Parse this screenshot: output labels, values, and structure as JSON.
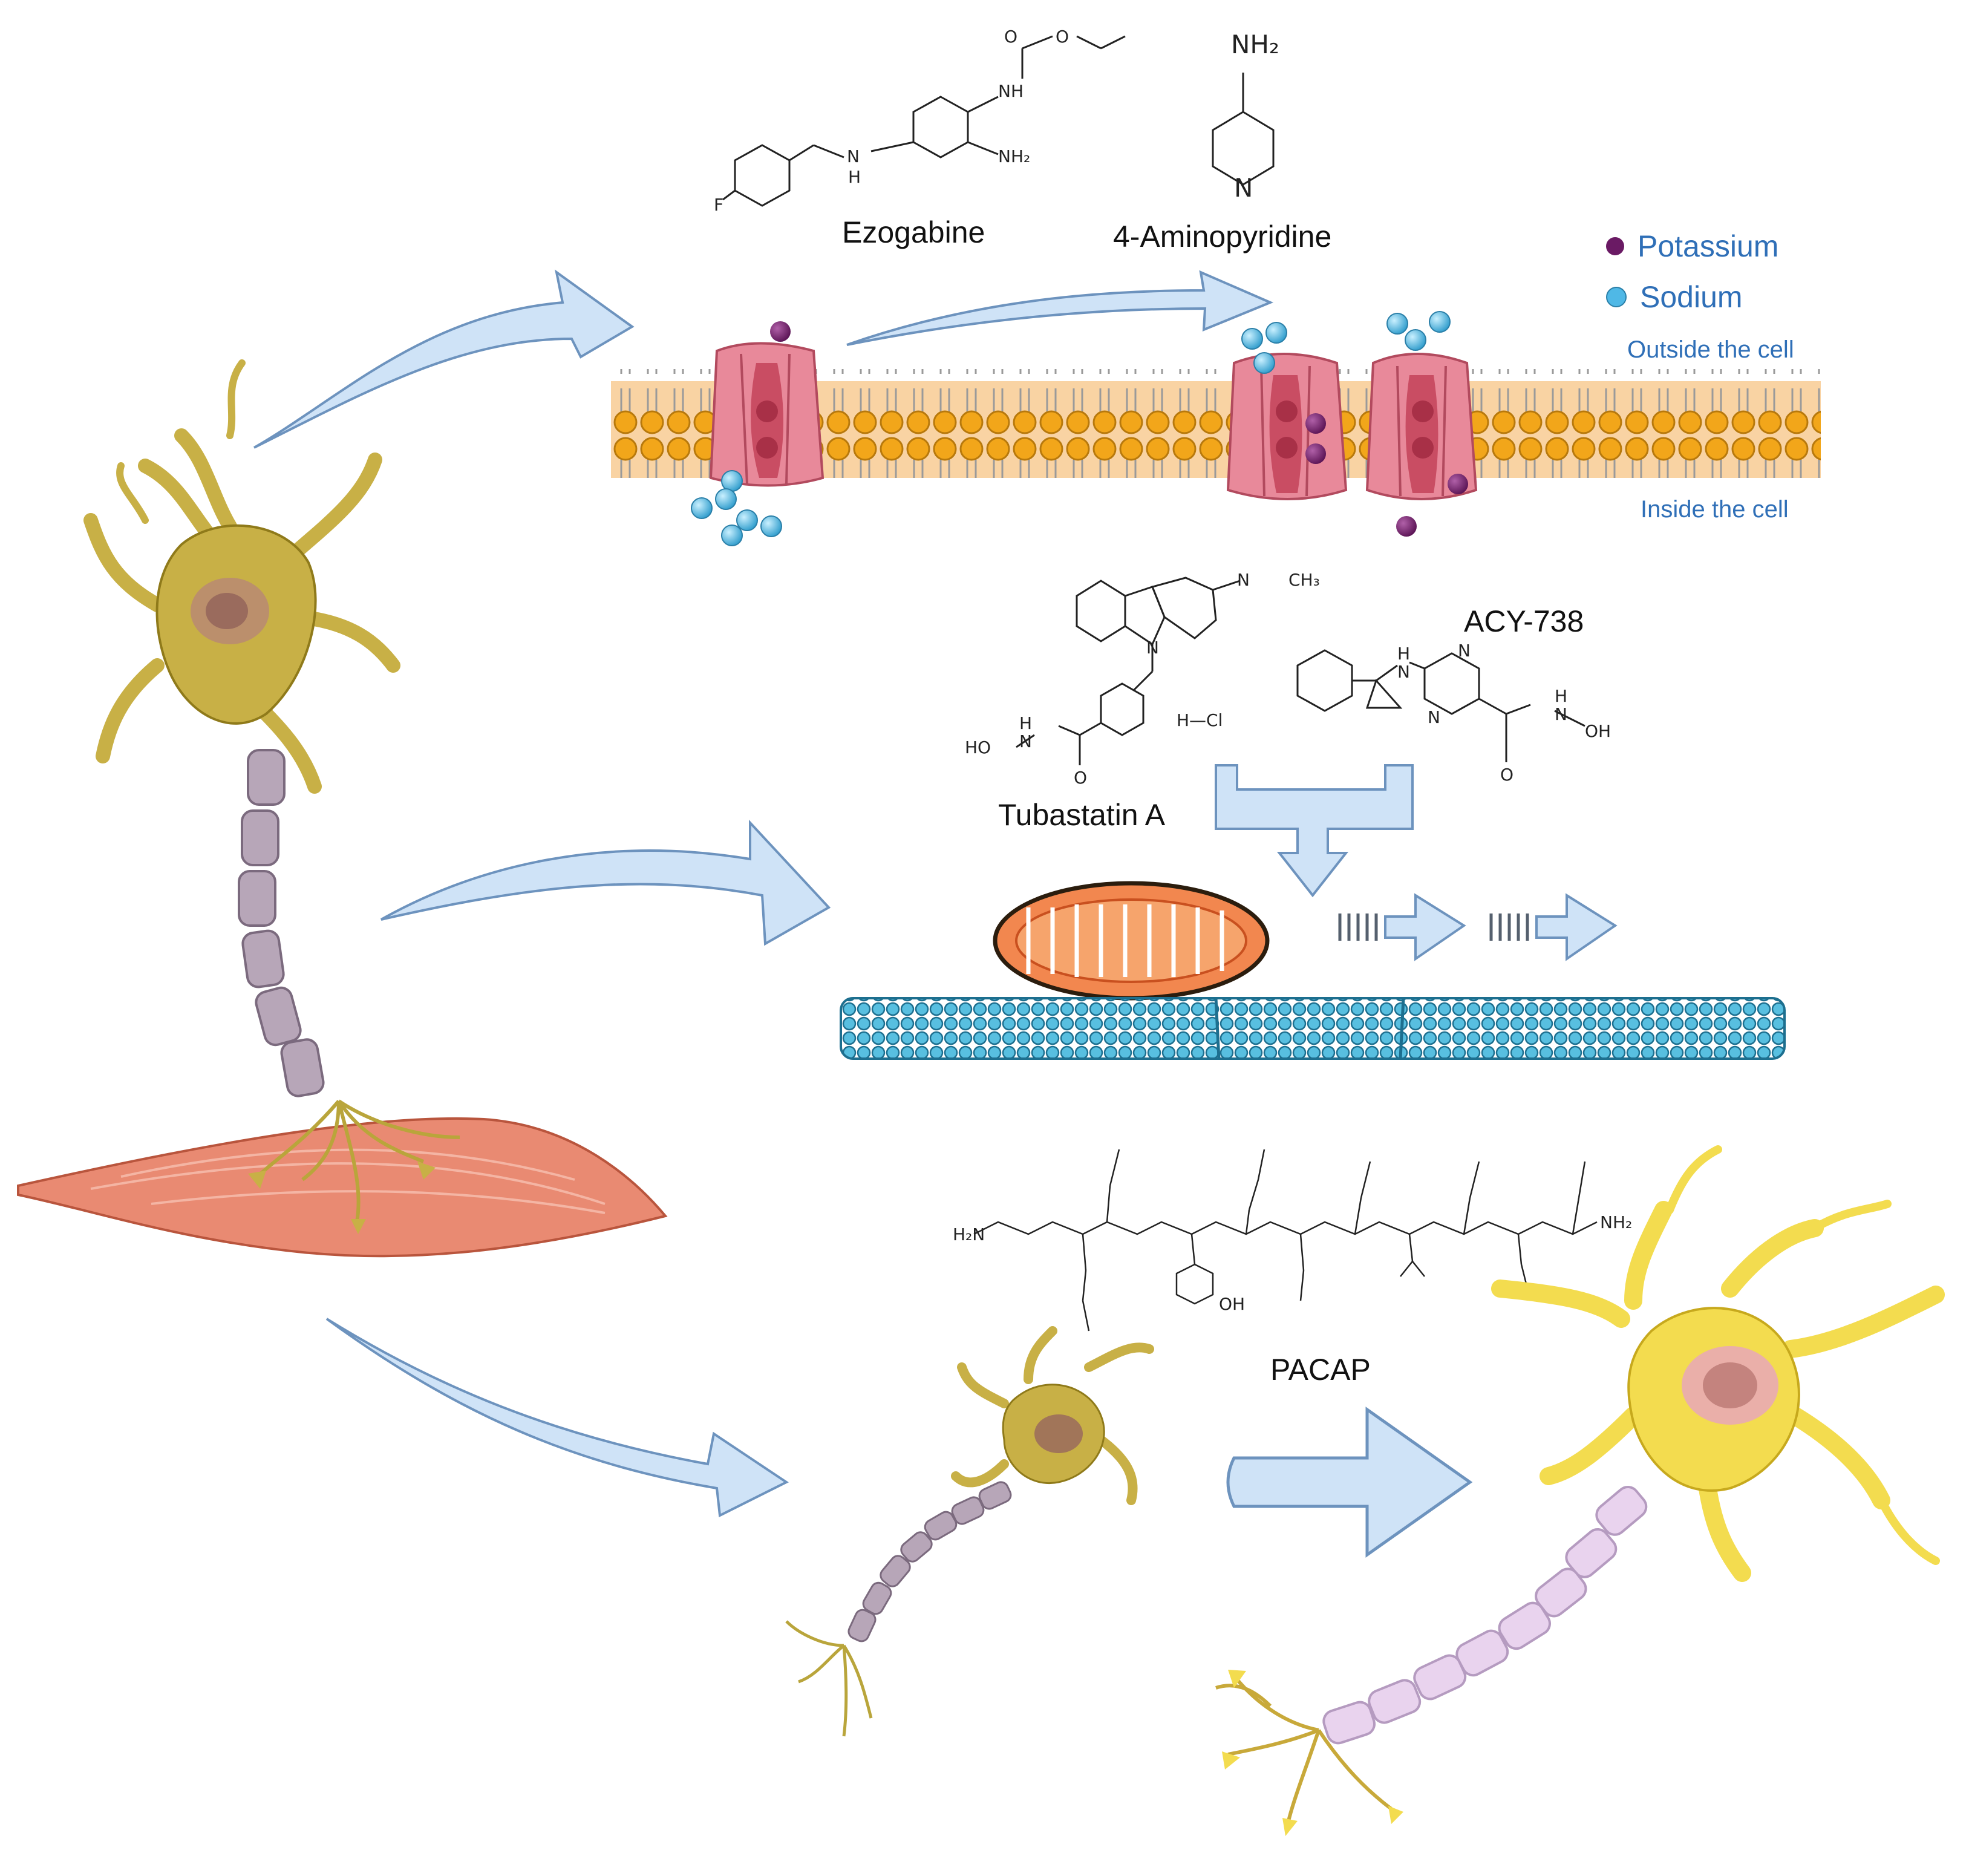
{
  "drugs": {
    "ezogabine": "Ezogabine",
    "aminopyridine": "4-Aminopyridine",
    "tubastatin": "Tubastatin A",
    "acy738": "ACY-738",
    "pacap": "PACAP"
  },
  "legend": {
    "potassium": "Potassium",
    "sodium": "Sodium",
    "potassium_color": "#6a1a64",
    "sodium_color": "#4fb8e6"
  },
  "membrane": {
    "outside": "Outside the cell",
    "inside": "Inside the cell"
  },
  "structure_labels": {
    "ezo_o": "O",
    "ezo_o2": "O",
    "ezo_nh": "NH",
    "ezo_nh_ring": "N",
    "ezo_h": "H",
    "ezo_nh2": "NH₂",
    "ezo_f": "F",
    "ap_nh2": "NH₂",
    "ap_n": "N",
    "tub_ch3": "CH₃",
    "tub_n1": "N",
    "tub_n2": "N",
    "tub_hcl": "H—Cl",
    "tub_hoh": "HO",
    "tub_nh": "N",
    "tub_h": "H",
    "tub_o": "O",
    "acy_h": "H",
    "acy_n": "N",
    "acy_n2": "N",
    "acy_n3": "N",
    "acy_h2": "H",
    "acy_n4": "N",
    "acy_oh": "OH",
    "acy_o": "O",
    "pacap_h2n": "H₂N",
    "pacap_nh2": "NH₂",
    "pacap_oh": "OH"
  },
  "colors": {
    "arrow_fill": "#cfe3f7",
    "arrow_stroke": "#6d93be",
    "membrane_head": "#f2a61a",
    "membrane_core": "#f9d3a3",
    "channel": "#e8899a",
    "neuron_olive": "#c8b046",
    "neuron_yellow": "#f3dc4f",
    "muscle": "#e98a72",
    "mitochondria": "#f2874f",
    "microtubule": "#4bb2d6"
  }
}
